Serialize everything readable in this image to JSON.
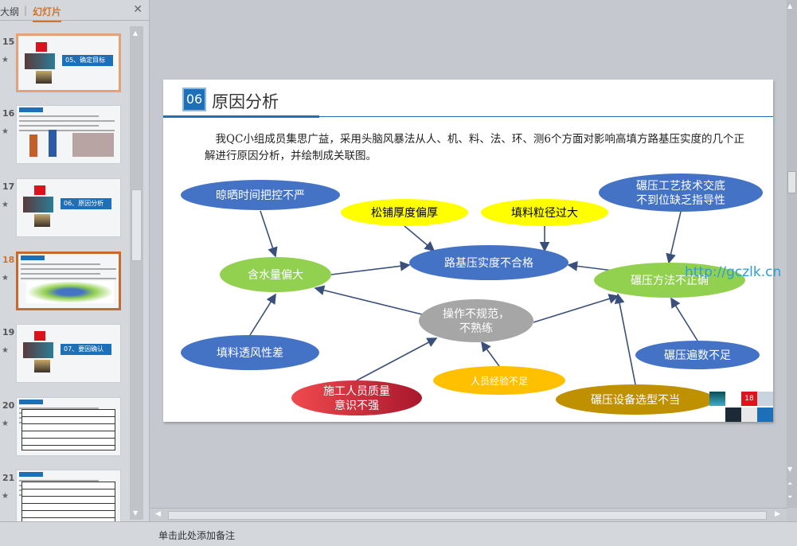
{
  "sidebar": {
    "tab_outline": "大纲",
    "tab_separator": "|",
    "tab_slides": "幻灯片",
    "close": "✕",
    "slides": [
      {
        "num": "15",
        "title": "05、确定目标",
        "type": "section"
      },
      {
        "num": "16",
        "type": "content"
      },
      {
        "num": "17",
        "title": "06、原因分析",
        "type": "section"
      },
      {
        "num": "18",
        "type": "content"
      },
      {
        "num": "19",
        "title": "07、要因确认",
        "type": "section"
      },
      {
        "num": "20",
        "type": "table"
      },
      {
        "num": "21",
        "type": "table"
      }
    ],
    "star": "★",
    "selected": "18"
  },
  "slide": {
    "badge": "06",
    "title": "原因分析",
    "paragraph": "我QC小组成员集思广益，采用头脑风暴法从人、机、料、法、环、测6个方面对影响高填方路基压实度的几个正解进行原因分析，并绘制成关联图。",
    "page_number": "18",
    "watermark": "http://gczlk.cn",
    "nodes": [
      {
        "id": "n1",
        "label": "晾晒时间把控不严",
        "color": "#4472c4"
      },
      {
        "id": "n2",
        "label": "松铺厚度偏厚",
        "color": "#ffff00"
      },
      {
        "id": "n3",
        "label": "填料粒径过大",
        "color": "#ffff00"
      },
      {
        "id": "n4",
        "label": "碾压工艺技术交底",
        "label2": "不到位缺乏指导性",
        "color": "#4472c4"
      },
      {
        "id": "n5",
        "label": "含水量偏大",
        "color": "#92d050"
      },
      {
        "id": "n6",
        "label": "路基压实度不合格",
        "color": "#4472c4"
      },
      {
        "id": "n7",
        "label": "碾压方法不正确",
        "color": "#92d050"
      },
      {
        "id": "n8",
        "label": "操作不规范，",
        "label2": "不熟练",
        "color": "#a6a6a6"
      },
      {
        "id": "n9",
        "label": "填料透风性差",
        "color": "#4472c4"
      },
      {
        "id": "n10",
        "label": "碾压遍数不足",
        "color": "#4472c4"
      },
      {
        "id": "n11",
        "label": "人员经验不足",
        "color": "#ffc000"
      },
      {
        "id": "n12",
        "label": "施工人员质量",
        "label2": "意识不强",
        "color": "#e03a3e"
      },
      {
        "id": "n13",
        "label": "碾压设备选型不当",
        "color": "#bf9000"
      }
    ]
  },
  "notes": {
    "placeholder": "单击此处添加备注"
  },
  "colors": {
    "accent": "#1d6fb8",
    "tab_active": "#d0742c"
  }
}
